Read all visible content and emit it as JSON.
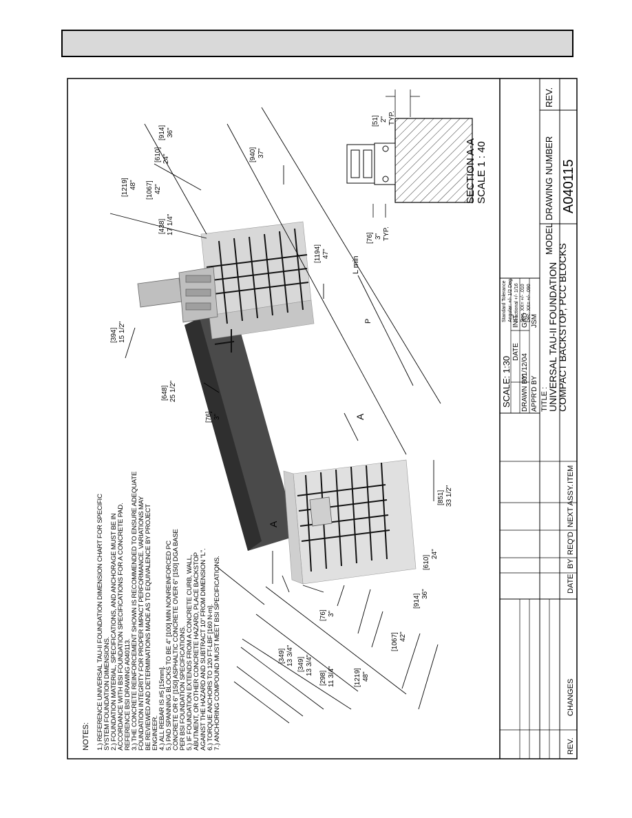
{
  "notes": {
    "title": "NOTES:",
    "lines": [
      "1.) REFERENCE UNIVERSAL TAU-II FOUNDATION DIMENSION CHART FOR SPECIFIC",
      "SYSTEM FOUNDATION DIMENSIONS.",
      "2.) FOUNDATION MATERIAL, SPECIFICATIONS, AND ANCHORAGE MUST BE IN",
      "ACCORDANCE WITH BSI FOUNDATION SPECIFICATIONS FOR A CONCRETE PAD.",
      "REFERENCE BSI DRAWING A040113.",
      "3.) THE CONCRETE REINFORCEMENT SHOWN IS RECOMMENDED TO ENSURE ADEQUATE",
      "FOUNDATION INTEGRITY FOR PROPER IMPACT PERFORMANCE. VARIATIONS MAY",
      "BE REVIEWED AND DETERMINATIONS MADE AS TO EQUIVALENCE BY PROJECT",
      "ENGINEER.",
      "4.) ALL REBAR IS #5 [15mm].",
      "5.) PAD SPANNING BLOCKS TO BE 4\" [100] MIN NONREINFORCED PC",
      "CONCRETE OR 6\" [150] ASPHALTIC CONCRETE OVER 6\" [150] DGA BASE",
      "PER BSI FOUNDATION SPECIFICATIONS.",
      "5.) IF FOUNDATION EXTENDS FROM A CONCRETE CURB, WALL,",
      "ABUTMENT, OR OTHER CONCRETE HAZARD, PLACE BACKSTOP",
      "AGAINST THE HAZARD AND SUBTRACT 10\" FROM DIMENSION \"L\".",
      "6.) TORQUE ANCHORS TO 120 FT-LBF [160 N-m].",
      "7.) ANCHORING COMPOUND MUST MEET BSI SPECIFICATIONS."
    ]
  },
  "dimensions": [
    {
      "mm": "[349]",
      "in": "13 3/4\""
    },
    {
      "mm": "[349]",
      "in": "13 3/4\""
    },
    {
      "mm": "[298]",
      "in": "11 3/4\""
    },
    {
      "mm": "[1219]",
      "in": "48\""
    },
    {
      "mm": "[76]",
      "in": "3\""
    },
    {
      "mm": "[1067]",
      "in": "42\""
    },
    {
      "mm": "[914]",
      "in": "36\""
    },
    {
      "mm": "[610]",
      "in": "24\""
    },
    {
      "mm": "[851]",
      "in": "33 1/2\""
    },
    {
      "mm": "[76]",
      "in": "3\""
    },
    {
      "mm": "[648]",
      "in": "25 1/2\""
    },
    {
      "mm": "[394]",
      "in": "15 1/2\""
    },
    {
      "mm": "[1194]",
      "in": "47\""
    },
    {
      "mm": "[438]",
      "in": "17 1/4\""
    },
    {
      "mm": "[1219]",
      "in": "48\""
    },
    {
      "mm": "[1067]",
      "in": "42\""
    },
    {
      "mm": "[610]",
      "in": "24\""
    },
    {
      "mm": "[914]",
      "in": "36\""
    },
    {
      "mm": "[940]",
      "in": "37\""
    },
    {
      "mm": "[76]",
      "in": "3\""
    },
    {
      "mm": "[51]",
      "in": "2\""
    }
  ],
  "labels": {
    "section_letter": "A",
    "l_min": "L min",
    "p": "P",
    "typ": "TYP.",
    "section_title": "SECTION A-A",
    "section_scale": "SCALE 1 : 40"
  },
  "title_block": {
    "scale": "SCALE: 1:30",
    "date_header": "DATE",
    "init_header": "INIT",
    "drawn_by": "DRAWN BY",
    "drawn_date": "01/12/04",
    "drawn_init": "GAD",
    "apprd_by": "APPR'D BY",
    "apprd_init": "JSM",
    "tolerance_lines": [
      "Standard Tolerance",
      "Angular: +/- 1/2 Deg.",
      "Fractional +/- 1/16",
      "Dec. XX= +/- .010",
      "Dec. XX= +/- .090"
    ],
    "title_label": "TITLE :",
    "title_line1": "UNIVERSAL TAU-II FOUNDATION",
    "title_line2": "COMPACT BACKSTOP, PCC BLOCKS",
    "model": "MODEL",
    "drawing_number_label": "DRAWING NUMBER",
    "drawing_number": "A040115",
    "rev": "REV.",
    "rev_col": "REV.",
    "changes": "CHANGES",
    "date_col": "DATE",
    "by": "BY",
    "reqd": "REQ'D",
    "next_assy": "NEXT ASSY.",
    "item": "ITEM"
  }
}
